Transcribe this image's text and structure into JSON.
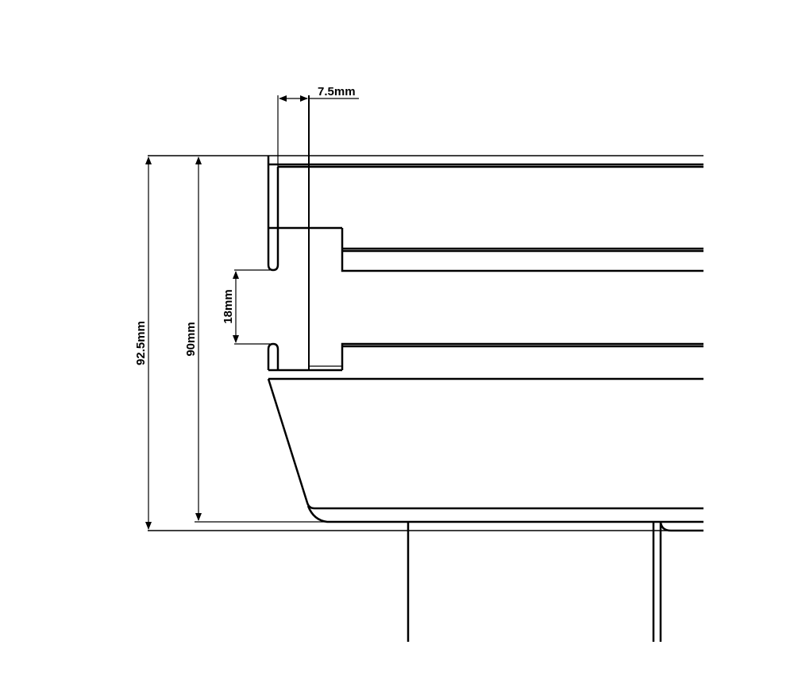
{
  "diagram": {
    "dimensions": {
      "lip_width": "7.5mm",
      "total_height": "92.5mm",
      "inner_height": "90mm",
      "gap": "18mm"
    },
    "colors": {
      "line": "#000000",
      "background": "#ffffff"
    }
  }
}
